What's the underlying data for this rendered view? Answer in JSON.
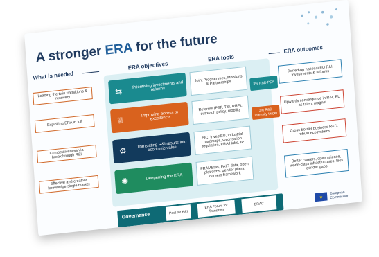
{
  "slide": {
    "title_prefix": "A stronger ",
    "title_era": "ERA",
    "title_suffix": " for the future",
    "col_needed": "What is needed",
    "col_objectives": "ERA objectives",
    "col_tools": "ERA tools",
    "col_outcomes": "ERA outcomes"
  },
  "needs": [
    "Leading the twin transitions & recovery",
    "Exploiting ERA in full",
    "Competitiveness via breakthrough R&I",
    "Effective and creative knowledge single market"
  ],
  "objectives": [
    {
      "label": "Prioritising investments and reforms",
      "color": "#1a8a8f",
      "icon": "signpost-icon",
      "glyph": "⇆"
    },
    {
      "label": "Improving access to excellence",
      "color": "#d9621e",
      "icon": "trophy-icon",
      "glyph": "♕"
    },
    {
      "label": "Translating R&I results into economic value",
      "color": "#123a5c",
      "icon": "gear-icon",
      "glyph": "⚙"
    },
    {
      "label": "Deepening the ERA",
      "color": "#1f8c5f",
      "icon": "network-icon",
      "glyph": "✺"
    }
  ],
  "tools": [
    "Joint Programmes, Missions & Partnerships",
    "Reforms (PSF, TSI, RRF), outreach policy, mobility",
    "EIC, InvestEU, industrial roadmaps, valorisation regulation, ERA Hubs, IP",
    "FRAMEtas, FAIR-data, open platforms, gender plans, careers framework"
  ],
  "badges": [
    {
      "label": "3% R&D PEA",
      "color": "#1a8a8f"
    },
    {
      "label": "3% R&D intensity target",
      "color": "#d9621e"
    }
  ],
  "outcomes": [
    {
      "label": "Joined-up national EU R&I investments & reforms",
      "style": "plain"
    },
    {
      "label": "Upwards convergence in R&I, EU as talent magnet",
      "style": "red"
    },
    {
      "label": "Cross-border business R&D, robust ecosystems",
      "style": "red"
    },
    {
      "label": "Better careers, open science, world-class infrastructures, less gender gaps",
      "style": "plain"
    }
  ],
  "governance": {
    "label": "Governance",
    "boxes": [
      "Pact for R&I",
      "ERA Forum for Transition",
      "ERAC"
    ]
  },
  "footer": {
    "eu_line1": "European",
    "eu_line2": "Commission"
  },
  "colors": {
    "title": "#1f3a5f",
    "panel": "#dbeff3",
    "governance": "#0e6a75"
  }
}
